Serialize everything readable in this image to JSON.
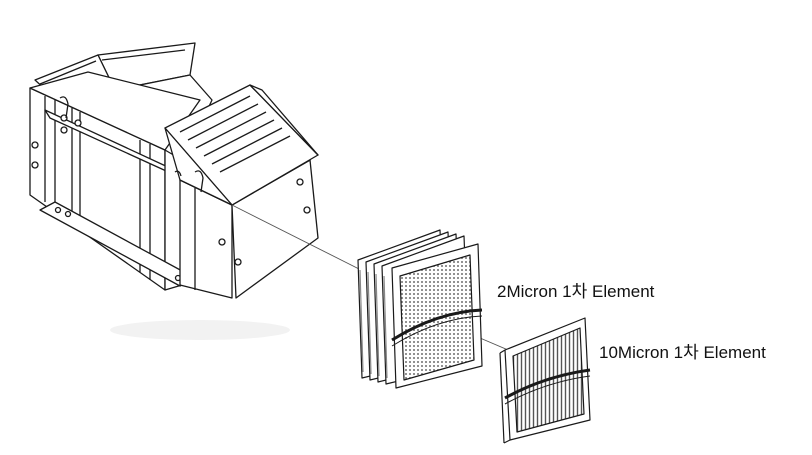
{
  "labels": {
    "primary_filter": "2Micron 1차 Element",
    "secondary_filter": "10Micron 1차 Element"
  },
  "components": [
    "housing",
    "filter-2micron",
    "filter-10micron"
  ],
  "colors": {
    "line": "#1a1a1a",
    "fill": "#ffffff",
    "shade": "#d9d9d9",
    "mesh": "#7a7a7a"
  }
}
